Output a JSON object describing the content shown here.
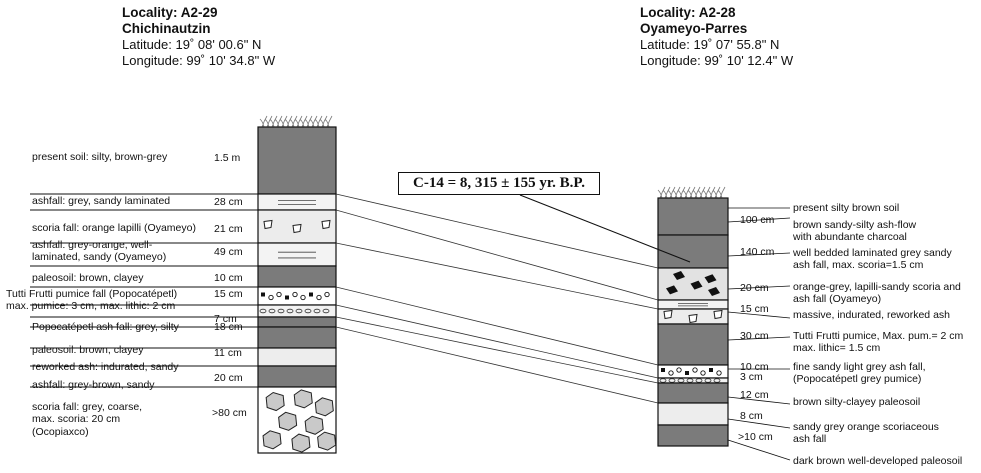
{
  "left_section": {
    "locality": "Locality: A2-29",
    "name": "Chichinautzin",
    "latitude": "Latitude:    19˚ 08' 00.6\" N",
    "longitude": "Longitude: 99˚ 10' 34.8\" W",
    "layers": [
      {
        "description": [
          "present  soil: silty, brown-grey"
        ],
        "thickness": "1.5  m",
        "pattern": "dark"
      },
      {
        "description": [
          "ashfall: grey, sandy laminated"
        ],
        "thickness": "28 cm",
        "pattern": "laminated"
      },
      {
        "description": [
          "scoria fall: orange lapilli (Oyameyo)"
        ],
        "thickness": "21 cm",
        "pattern": "lapilli"
      },
      {
        "description": [
          "ashfall: grey-orange, well-",
          "laminated, sandy (Oyameyo)"
        ],
        "thickness": "49 cm",
        "pattern": "laminated"
      },
      {
        "description": [
          "paleosoil: brown, clayey"
        ],
        "thickness": "10 cm",
        "pattern": "dark"
      },
      {
        "description": [
          "Tutti Frutti pumice fall (Popocatépetl)",
          "max. pumice: 3 cm, max. lithic: 2 cm"
        ],
        "thickness": "15 cm",
        "pattern": "pumice"
      },
      {
        "description": [],
        "thickness": "7 cm",
        "pattern": "ovals"
      },
      {
        "description": [
          "Popocatépetl ash fall: grey, silty"
        ],
        "thickness": "18 cm",
        "pattern": "dark"
      },
      {
        "description": [
          "paleosoil: brown, clayey"
        ],
        "thickness": "",
        "pattern": "dark"
      },
      {
        "description": [
          "reworked ash: indurated, sandy"
        ],
        "thickness": "11 cm",
        "pattern": "light"
      },
      {
        "description": [
          "ashfall: grey-brown, sandy"
        ],
        "thickness": "20 cm",
        "pattern": "dark"
      },
      {
        "description": [
          "scoria fall:  grey, coarse,",
          "max. scoria: 20 cm",
          "(Ocopiaxco)"
        ],
        "thickness": ">80 cm",
        "pattern": "scoria"
      }
    ]
  },
  "right_section": {
    "locality": "Locality: A2-28",
    "name": "Oyameyo-Parres",
    "latitude": "Latitude:    19˚ 07' 55.8\" N",
    "longitude": "Longitude: 99˚ 10' 12.4\" W",
    "layers": [
      {
        "thickness": "",
        "description": [
          "present silty brown soil"
        ],
        "pattern": "dark"
      },
      {
        "thickness": "100  cm",
        "description": [
          "brown sandy-silty ash-flow",
          "with abundante charcoal"
        ],
        "pattern": "dark"
      },
      {
        "thickness": "140 cm",
        "description": [
          "well bedded laminated grey sandy",
          "ash fall, max. scoria=1.5 cm"
        ],
        "pattern": "charcoal"
      },
      {
        "thickness": "20 cm",
        "description": [
          "orange-grey, lapilli-sandy scoria and",
          "ash fall        (Oyameyo)"
        ],
        "pattern": "laminated"
      },
      {
        "thickness": "15 cm",
        "description": [
          "massive, indurated, reworked ash"
        ],
        "pattern": "lapilli"
      },
      {
        "thickness": "30 cm",
        "description": [
          "Tutti Frutti pumice, Max. pum.= 2 cm",
          "max. lithic= 1.5 cm"
        ],
        "pattern": "dark"
      },
      {
        "thickness": "10 cm",
        "description": [
          "fine sandy light grey ash fall,",
          "(Popocatépetl grey pumice)"
        ],
        "pattern": "pumice"
      },
      {
        "thickness": "3  cm",
        "description": [],
        "pattern": "ovals"
      },
      {
        "thickness": "12 cm",
        "description": [
          "brown silty-clayey paleosoil"
        ],
        "pattern": "dark"
      },
      {
        "thickness": "8 cm",
        "description": [
          "sandy grey orange scoriaceous",
          "ash fall"
        ],
        "pattern": "light"
      },
      {
        "thickness": ">10 cm",
        "description": [
          "dark brown well-developed paleosoil"
        ],
        "pattern": "dark"
      }
    ]
  },
  "c14_label": "C-14 =  8, 315 ± 155  yr. B.P."
}
